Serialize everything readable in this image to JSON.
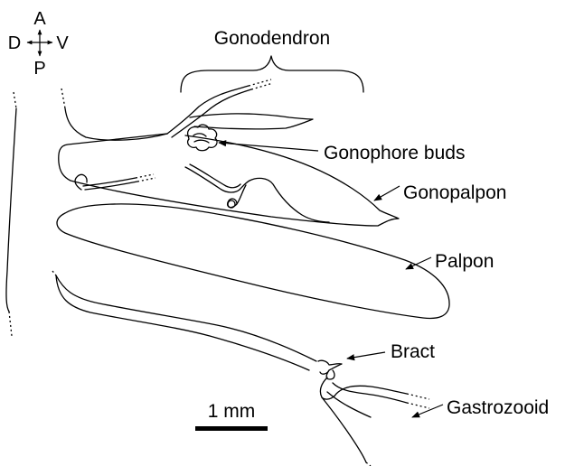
{
  "orientation": {
    "anterior": "A",
    "posterior": "P",
    "dorsal": "D",
    "ventral": "V"
  },
  "labels": {
    "gonodendron": "Gonodendron",
    "gonophore_buds": "Gonophore buds",
    "gonopalpon": "Gonopalpon",
    "palpon": "Palpon",
    "bract": "Bract",
    "gastrozooid": "Gastrozooid"
  },
  "scale_bar": {
    "label": "1 mm"
  },
  "colors": {
    "ink": "#000000",
    "background": "#ffffff"
  }
}
